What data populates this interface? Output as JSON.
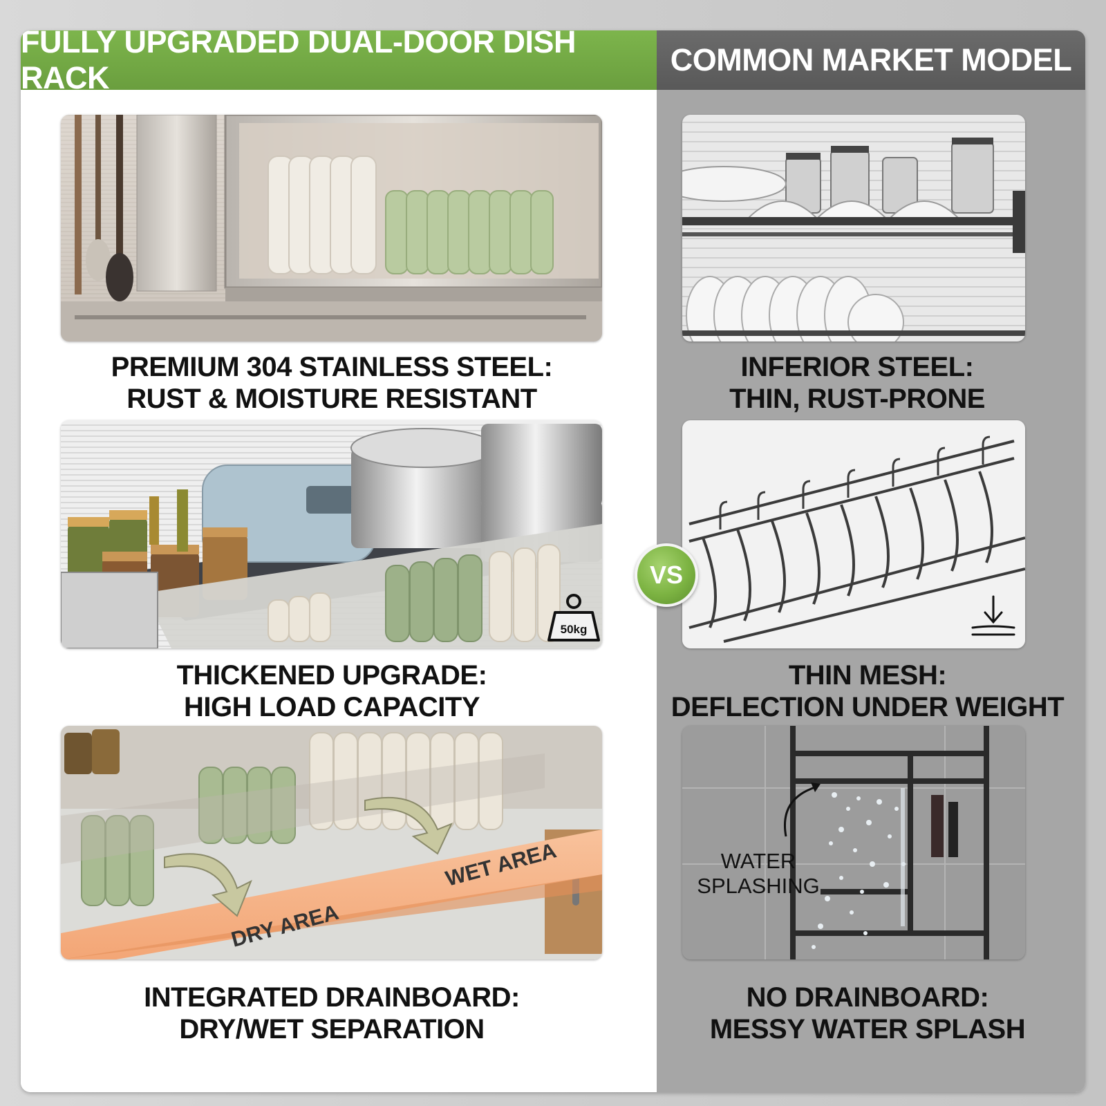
{
  "header": {
    "left_title": "FULLY UPGRADED DUAL-DOOR DISH RACK",
    "right_title": "COMMON MARKET MODEL"
  },
  "vs_badge": "VS",
  "rows": [
    {
      "left_caption": [
        "PREMIUM 304 STAINLESS STEEL:",
        "RUST & MOISTURE RESISTANT"
      ],
      "right_caption": [
        "INFERIOR STEEL:",
        "THIN, RUST-PRONE"
      ]
    },
    {
      "left_caption": [
        "THICKENED UPGRADE:",
        "HIGH LOAD CAPACITY"
      ],
      "right_caption": [
        "THIN MESH:",
        "DEFLECTION UNDER WEIGHT"
      ],
      "weight_label": "50kg"
    },
    {
      "left_caption": [
        "INTEGRATED DRAINBOARD:",
        "DRY/WET SEPARATION"
      ],
      "right_caption": [
        "NO DRAINBOARD:",
        "MESSY WATER SPLASH"
      ],
      "dry_label": "DRY AREA",
      "wet_label": "WET AREA",
      "splash_label": [
        "WATER",
        "SPLASHING"
      ]
    }
  ],
  "colors": {
    "green": "#7db54c",
    "dark_gray": "#5e5e5e",
    "panel_gray": "#a6a6a6",
    "drainboard": "#f5b38a"
  },
  "icons": [
    "weight-icon",
    "deflection-icon",
    "curved-arrow-icon"
  ]
}
